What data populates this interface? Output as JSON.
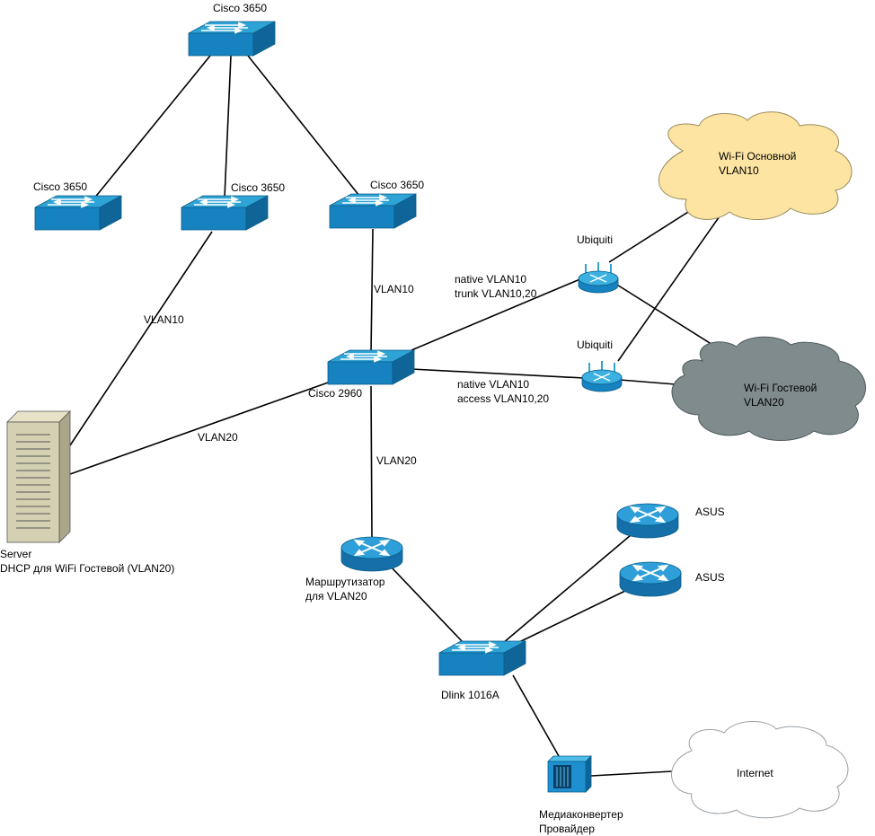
{
  "devices": {
    "core_switch": {
      "label": "Cisco 3650"
    },
    "switch_left": {
      "label": "Cisco 3650"
    },
    "switch_mid": {
      "label": "Cisco 3650"
    },
    "switch_right": {
      "label": "Cisco 3650"
    },
    "distribution_switch": {
      "label": "Cisco 2960"
    },
    "ap_top": {
      "label": "Ubiquiti"
    },
    "ap_bottom": {
      "label": "Ubiquiti"
    },
    "router_vlan20": {
      "label_line1": "Маршрутизатор",
      "label_line2": "для VLAN20"
    },
    "dlink_switch": {
      "label": "Dlink 1016A"
    },
    "asus_top": {
      "label": "ASUS"
    },
    "asus_bottom": {
      "label": "ASUS"
    },
    "server": {
      "label_line1": "Server",
      "label_line2": "DHCP для WiFi Гостевой (VLAN20)"
    },
    "media_converter": {
      "label_line1": "Медиаконвертер",
      "label_line2": "Провайдер"
    }
  },
  "clouds": {
    "wifi_main": {
      "line1": "Wi-Fi Основной",
      "line2": "VLAN10",
      "color": "#fde4a2"
    },
    "wifi_guest": {
      "line1": "Wi-Fi Гостевой",
      "line2": "VLAN20",
      "color": "#7f8b8d"
    },
    "internet": {
      "line1": "Internet",
      "color": "#ffffff"
    }
  },
  "link_labels": {
    "server_vlan10": "VLAN10",
    "uplink_vlan10": "VLAN10",
    "server_vlan20": "VLAN20",
    "router_vlan20": "VLAN20",
    "ap_top_native": "native VLAN10",
    "ap_top_trunk": "trunk VLAN10,20",
    "ap_bottom_native": "native VLAN10",
    "ap_bottom_access": "access VLAN10,20"
  },
  "colors": {
    "switch_top": "#2ea3d6",
    "switch_front": "#1682bf",
    "switch_side": "#0f6597",
    "router": "#1e8fcc",
    "server": "#d4d1b3"
  }
}
